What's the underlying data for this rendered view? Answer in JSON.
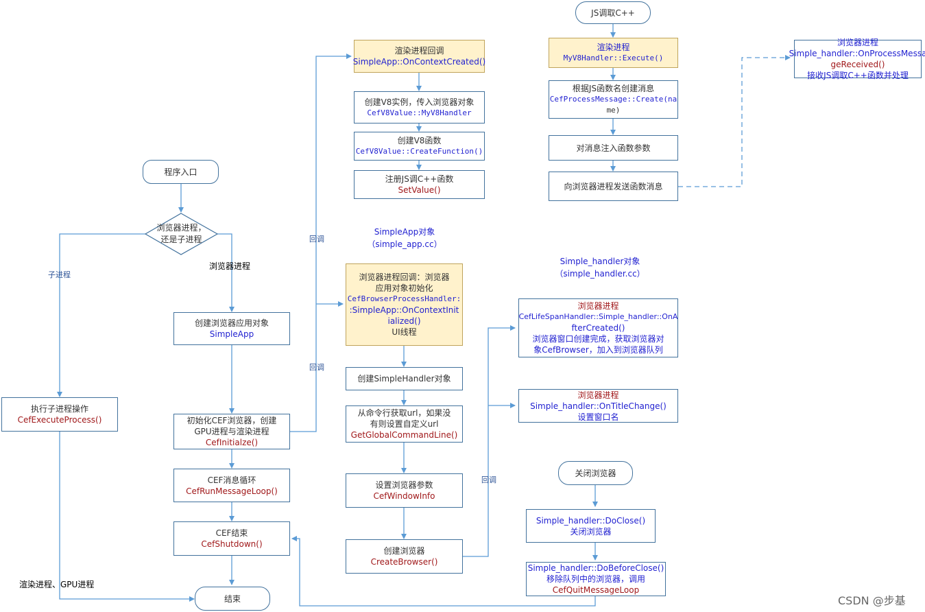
{
  "program_entry": "程序入口",
  "decision": [
    "浏览器进程，",
    "还是子进程"
  ],
  "label_child": "子进程",
  "label_browser_process": "浏览器进程",
  "label_callback": "回调",
  "label_render_gpu": "渲染进程、GPU进程",
  "create_app": {
    "text": "创建浏览器应用对象",
    "func": "SimpleApp"
  },
  "init_cef": {
    "line1": "初始化CEF浏览器，创建",
    "line2": "GPU进程与渲染进程",
    "func": "CefInitialze()"
  },
  "msg_loop": {
    "text": "CEF消息循环",
    "func": "CefRunMessageLoop()"
  },
  "cef_end": {
    "text": "CEF结束",
    "func": "CefShutdown()"
  },
  "end": "结束",
  "exec_child": {
    "text": "执行子进程操作",
    "func": "CefExecuteProcess()"
  },
  "render_cb": {
    "text": "渲染进程回调",
    "func": "SimpleApp::OnContextCreated()"
  },
  "create_v8": {
    "text": "创建V8实例，传入浏览器对象",
    "func": "CefV8Value::MyV8Handler"
  },
  "create_v8_func": {
    "text": "创建V8函数",
    "func": "CefV8Value::CreateFunction()"
  },
  "register_js": {
    "text": "注册JS调C++函数",
    "func": "SetValue()"
  },
  "simpleapp_note": [
    "SimpleApp对象",
    "（simple_app.cc）"
  ],
  "browser_cb": {
    "line1": "浏览器进程回调：浏览器",
    "line2": "应用对象初始化",
    "func1": "CefBrowserProcessHandler:",
    "func2": ":SimpleApp::OnContextInit",
    "func3": "ialized()",
    "line3": "UI线程"
  },
  "create_handler": "创建SimpleHandler对象",
  "get_url": {
    "line1": "从命令行获取url，如果没",
    "line2": "有则设置自定义url",
    "func": "GetGlobalCommandLine()"
  },
  "set_params": {
    "text": "设置浏览器参数",
    "func": "CefWindowInfo"
  },
  "create_browser": {
    "text": "创建浏览器",
    "func": "CreateBrowser()"
  },
  "js_call": "JS调取C++",
  "render_proc": {
    "text": "渲染进程",
    "func": "MyV8Handler::Execute()"
  },
  "create_msg": {
    "text": "根据JS函数名创建消息",
    "func1": "CefProcessMessage::Create(na",
    "func2": "me)"
  },
  "inject": "对消息注入函数参数",
  "send_msg": "向浏览器进程发送函数消息",
  "browser_proc_right": {
    "title": "浏览器进程",
    "func1": "Simple_handler::OnProcessMessa",
    "func2": "geReceived()",
    "line": "接收JS调取C++函数并处理"
  },
  "handler_note": [
    "Simple_handler对象",
    "（simple_handler.cc）"
  ],
  "after_created": {
    "title": "浏览器进程",
    "func1": "CefLifeSpanHandler::Simple_handler::OnA",
    "func2": "fterCreated()",
    "line1": "浏览器窗口创建完成，获取浏览器对",
    "line2": "象CefBrowser，加入到浏览器队列"
  },
  "title_change": {
    "title": "浏览器进程",
    "func": "Simple_handler::OnTitleChange()",
    "line": "设置窗口名"
  },
  "close_browser": "关闭浏览器",
  "do_close": {
    "func": "Simple_handler::DoClose()",
    "text": "关闭浏览器"
  },
  "before_close": {
    "func1": "Simple_handler::DoBeforeClose()",
    "line": "移除队列中的浏览器，调用",
    "func2": "CefQuitMessageLoop"
  },
  "watermark": "CSDN @步基",
  "colors": {
    "line": "#5b9bd5",
    "box_border": "#41719c",
    "yellow": "#fff2cc",
    "func_blue": "#1f1fd0",
    "func_red": "#a0181a"
  }
}
